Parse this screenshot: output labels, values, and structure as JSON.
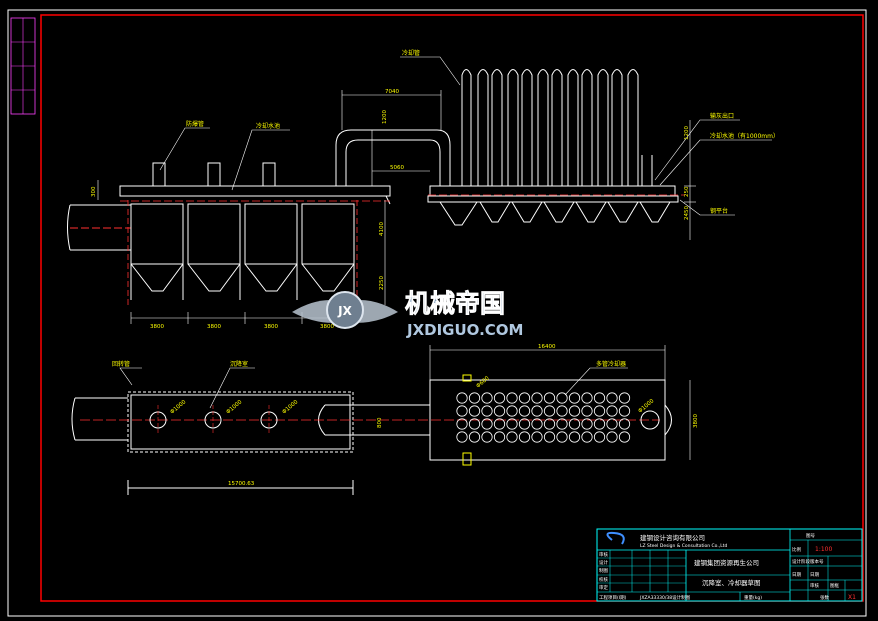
{
  "labels": {
    "cooling_pipe": "冷却管",
    "explosion_vent": "防爆管",
    "cooling_water_tank": "冷却水池",
    "ash_outlet": "输灰出口",
    "cooling_water_tank_right": "冷却水池（有1000mm）",
    "steel_platform": "钢平台",
    "rotary_pipe": "回转管",
    "settling_chamber": "沉降室",
    "shell_tube_cooler": "多管冷却器"
  },
  "dimensions": {
    "d7040": "7040",
    "d1200_top": "1200",
    "d5060": "5060",
    "d300_left": "300",
    "d4100": "4100",
    "d2250": "2250",
    "d3800_a": "3800",
    "d3800_b": "3800",
    "d3800_c": "3800",
    "d3800_d": "3800",
    "d1200_right": "1200",
    "d250": "250",
    "d2450": "2450",
    "d15700": "15700.63",
    "d16400": "16400",
    "d3800_plan": "3800",
    "phi1000_a": "Φ1000",
    "phi1000_b": "Φ1000",
    "phi1000_c": "Φ1000",
    "phi1000_d": "Φ1000",
    "phi600": "Φ600",
    "d800": "800"
  },
  "title_block": {
    "company": "建钢设计咨询有限公司",
    "company_en": "LZ Steel Design & Consultation Co.,Ltd",
    "client": "建钢集团资源再生公司",
    "drawing_title": "沉降室、冷却器草图",
    "drawing_no_label": "图号",
    "scale_value": "1:100",
    "scale_label": "比例",
    "stage_label": "设计阶段",
    "date_label": "日期",
    "weight_label": "重量(kg)",
    "sheet_label": "张数",
    "sheet_value": "X1",
    "left_rows": [
      "审核",
      "设计",
      "制图",
      "校核",
      "审定"
    ],
    "footer_note": "工程项目(Ⅰ期)",
    "footer_no": "JXZA33330/38设计制图",
    "right_rows": [
      "版本号",
      "日期",
      "审核",
      "图框"
    ]
  },
  "watermark": {
    "title": "机械帝国",
    "url": "JXDIGUO.COM",
    "emblem": "JX"
  },
  "colors": {
    "background": "#000000",
    "frame": "#ff0000",
    "lines": "#ffffff",
    "text": "#ffff00",
    "title_block": "#00ffff"
  }
}
